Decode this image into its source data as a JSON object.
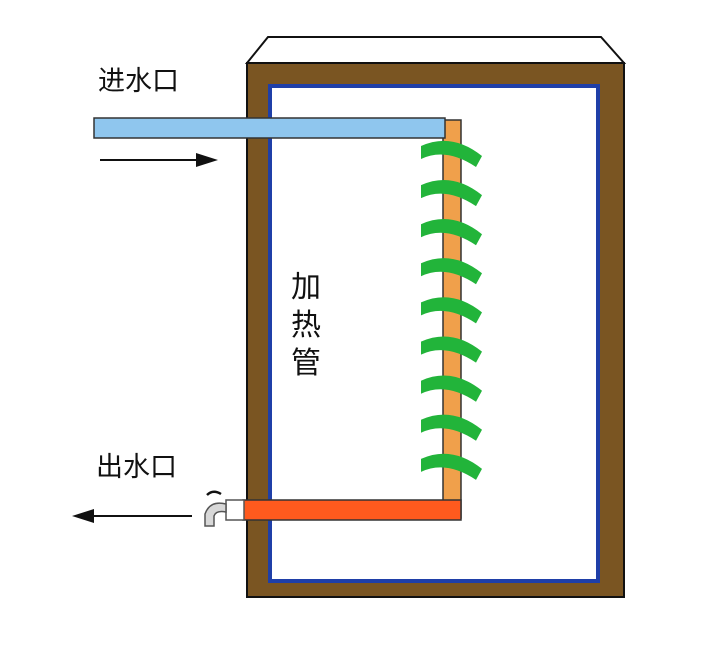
{
  "labels": {
    "inlet": "进水口",
    "outlet": "出水口",
    "heater": [
      "加",
      "热",
      "管"
    ]
  },
  "colors": {
    "background": "#ffffff",
    "tank_wall": "#7a5522",
    "tank_inner_border": "#1f3fa8",
    "tank_interior": "#ffffff",
    "inlet_pipe": "#8fc6ee",
    "heater_rod": "#f0a04b",
    "heater_coil": "#22b43a",
    "outlet_pipe": "#ff5a1e",
    "arrow": "#111111",
    "faucet": "#8c8c8c"
  },
  "icons": {
    "inlet_arrow": "arrow-right-icon",
    "outlet_arrow": "arrow-left-icon",
    "faucet": "faucet-icon"
  },
  "coil_turns": 9
}
